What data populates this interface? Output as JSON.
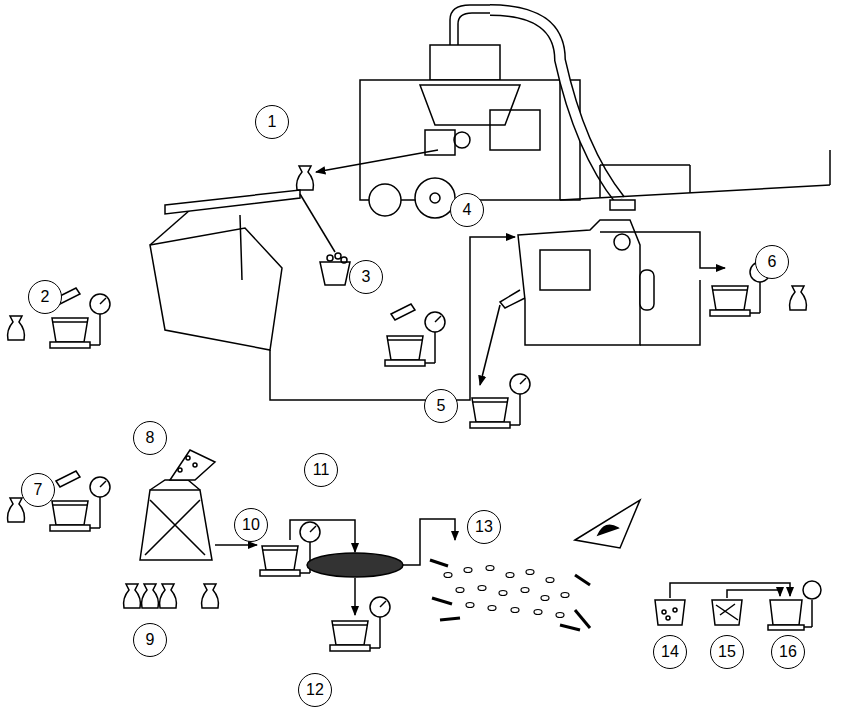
{
  "diagram": {
    "nodes": [
      {
        "text": [
          "1"
        ]
      },
      {
        "text": [
          "2"
        ]
      },
      {
        "text": [
          "3"
        ]
      },
      {
        "text": [
          "4"
        ]
      },
      {
        "text": [
          "5"
        ]
      },
      {
        "text": [
          "6"
        ]
      },
      {
        "text": [
          "7"
        ]
      },
      {
        "text": [
          "8"
        ]
      },
      {
        "text": [
          "9"
        ]
      },
      {
        "text": [
          "10"
        ]
      },
      {
        "text": [
          "11"
        ]
      },
      {
        "text": [
          "12"
        ]
      },
      {
        "text": [
          "13"
        ]
      },
      {
        "text": [
          "14"
        ]
      },
      {
        "text": [
          "15"
        ]
      },
      {
        "text": [
          "16"
        ]
      }
    ]
  }
}
